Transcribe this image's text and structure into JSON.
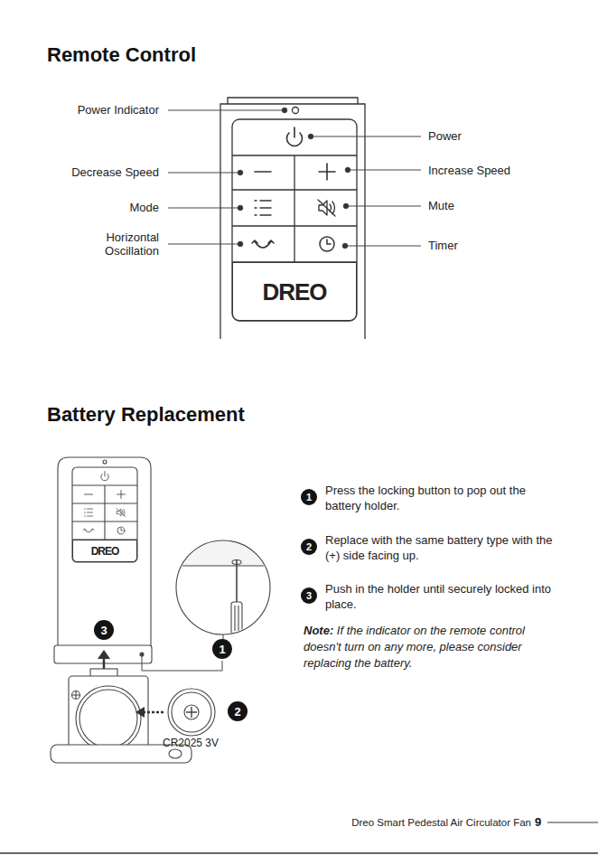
{
  "diagram": {
    "title": "Remote Control",
    "nodes": [
      {
        "text": [
          "DREO"
        ]
      },
      {
        "text": [
          "DREO"
        ]
      },
      {
        "text": [
          "3"
        ]
      },
      {
        "text": [
          "1"
        ]
      },
      {
        "text": [
          "2"
        ]
      },
      {
        "text": [
          "1"
        ]
      },
      {
        "text": [
          "2"
        ]
      },
      {
        "text": [
          "3"
        ]
      }
    ],
    "labels": [
      "Power Indicator",
      "Decrease Speed",
      "Mode",
      "Horizontal Oscillation",
      "Power",
      "Increase Speed",
      "Mute",
      "Timer",
      "Battery Replacement",
      "Press the locking button to pop out the battery holder.",
      "Replace with the same battery type with the (+) side facing up.",
      "Push in the holder until securely locked into place.",
      "Note:",
      "If the indicator on the remote control doesn't turn on any more, please consider replacing the battery.",
      "CR2025 3V",
      "Dreo Smart Pedestal Air Circulator Fan",
      "9"
    ]
  }
}
